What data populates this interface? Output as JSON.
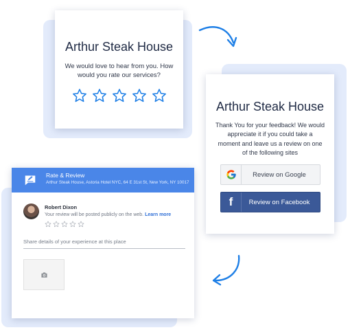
{
  "rating_card": {
    "title": "Arthur Steak House",
    "message": "We would love to hear from you. How would you rate our services?",
    "star_count": 5
  },
  "thanks_card": {
    "title": "Arthur Steak House",
    "message": "Thank You for your feedback! We would appreciate it if you could take a moment and leave us a review on one of the following sites",
    "google_button": "Review on Google",
    "facebook_button": "Review on Facebook",
    "facebook_letter": "f"
  },
  "review_card": {
    "header_title": "Rate & Review",
    "header_subtitle": "Arthur Steak House, Astoria Hotel NYC, 64 E 31st St, New York, NY 10017",
    "user_name": "Robert Dixon",
    "public_notice": "Your review will be posted publicly on the web.",
    "learn_more": "Learn more",
    "share_placeholder": "Share details of your experience at this place"
  },
  "colors": {
    "accent_blue": "#4a86e8",
    "star_blue": "#1e7fe6",
    "facebook_blue": "#3b5998",
    "background_block": "#e3ebfb"
  },
  "icons": [
    "star-icon",
    "google-icon",
    "facebook-icon",
    "rate-review-icon",
    "camera-icon",
    "curved-arrow-icon"
  ]
}
